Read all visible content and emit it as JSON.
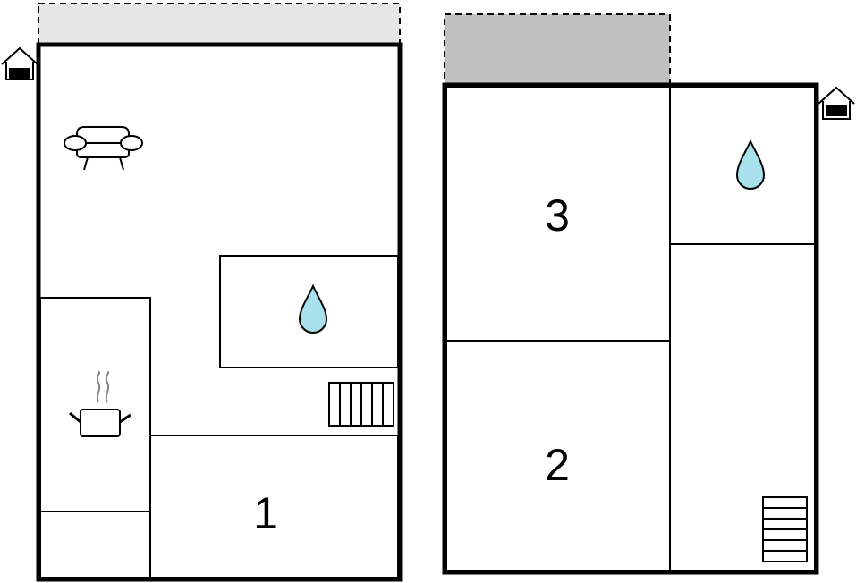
{
  "floors": [
    {
      "id": "ground-floor",
      "terrace_tone": "light",
      "rooms": [
        {
          "id": "living-room",
          "icon": "sofa-icon"
        },
        {
          "id": "kitchen",
          "icon": "cooking-pot-icon"
        },
        {
          "id": "bathroom",
          "icon": "water-drop-icon"
        },
        {
          "id": "bedroom",
          "number": "1"
        },
        {
          "id": "storage"
        }
      ],
      "features": [
        "stairs-icon",
        "entrance-icon"
      ]
    },
    {
      "id": "upper-floor",
      "terrace_tone": "dark",
      "rooms": [
        {
          "id": "bedroom",
          "number": "3"
        },
        {
          "id": "bedroom",
          "number": "2"
        },
        {
          "id": "bathroom",
          "icon": "water-drop-icon"
        },
        {
          "id": "hallway"
        }
      ],
      "features": [
        "stairs-icon",
        "entrance-icon"
      ]
    }
  ],
  "colors": {
    "wall": "#000000",
    "terrace_light": "#e6e6e6",
    "terrace_dark": "#c0c0c0",
    "water": "#a8e0ec"
  }
}
